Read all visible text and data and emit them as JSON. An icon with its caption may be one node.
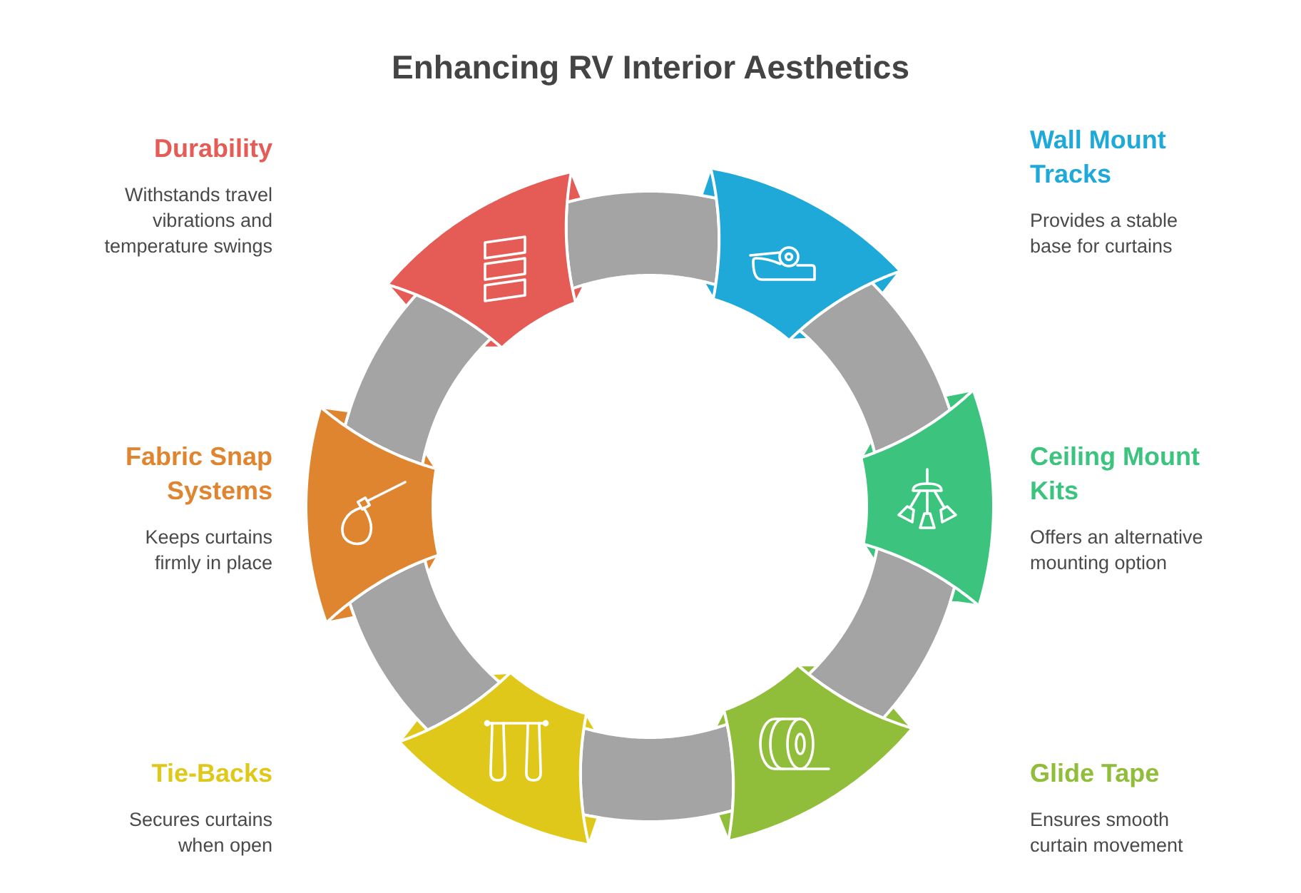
{
  "diagram": {
    "title": "Enhancing RV Interior Aesthetics",
    "nodes": [
      {
        "text": [],
        "shape": "arc",
        "beside": [
          "Durability",
          "Withstands travel vibrations and temperature swings"
        ]
      },
      {
        "text": [],
        "shape": "arc",
        "beside": [
          "Wall Mount Tracks",
          "Provides a stable base for curtains"
        ]
      },
      {
        "text": [],
        "shape": "arc",
        "beside": [
          "Ceiling Mount Kits",
          "Offers an alternative mounting option"
        ]
      },
      {
        "text": [],
        "shape": "arc",
        "beside": [
          "Glide Tape",
          "Ensures smooth curtain movement"
        ]
      },
      {
        "text": [],
        "shape": "arc",
        "beside": [
          "Tie-Backs",
          "Secures curtains when open"
        ]
      },
      {
        "text": [],
        "shape": "arc",
        "beside": [
          "Fabric Snap Systems",
          "Keeps curtains firmly in place"
        ]
      }
    ],
    "edges": [
      {
        "from": 0,
        "to": 1,
        "arrow": "none"
      },
      {
        "from": 1,
        "to": 2,
        "arrow": "none"
      },
      {
        "from": 2,
        "to": 3,
        "arrow": "none"
      },
      {
        "from": 3,
        "to": 4,
        "arrow": "none"
      },
      {
        "from": 4,
        "to": 5,
        "arrow": "none"
      },
      {
        "from": 5,
        "to": 0,
        "arrow": "none"
      }
    ]
  }
}
